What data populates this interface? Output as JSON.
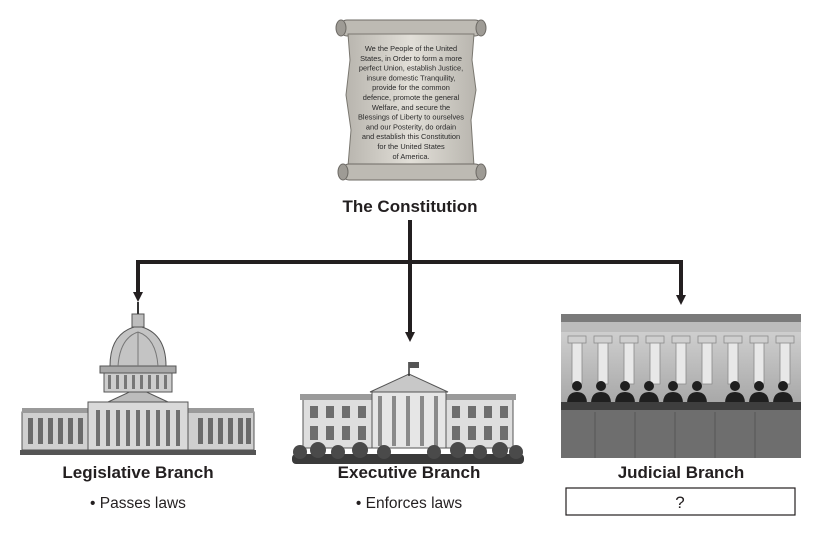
{
  "constitution": {
    "label": "The Constitution",
    "preamble_lines": [
      "We the People of the United",
      "States, in Order to form a more",
      "perfect Union, establish Justice,",
      "insure domestic Tranquility,",
      "provide for the common",
      "defence, promote the general",
      "Welfare, and secure the",
      "Blessings of Liberty to ourselves",
      "and our Posterity, do ordain",
      "and establish this Constitution",
      "for the United States",
      "of America."
    ]
  },
  "branches": [
    {
      "title": "Legislative Branch",
      "bullet": "• Passes laws",
      "building": "capitol-building"
    },
    {
      "title": "Executive Branch",
      "bullet": "• Enforces laws",
      "building": "white-house"
    },
    {
      "title": "Judicial Branch",
      "answer": "?",
      "building": "supreme-court-justices"
    }
  ],
  "colors": {
    "ink": "#231f20",
    "stone": "#c9c9c9",
    "shadow": "#555555",
    "scroll": "#d9d6cf"
  }
}
